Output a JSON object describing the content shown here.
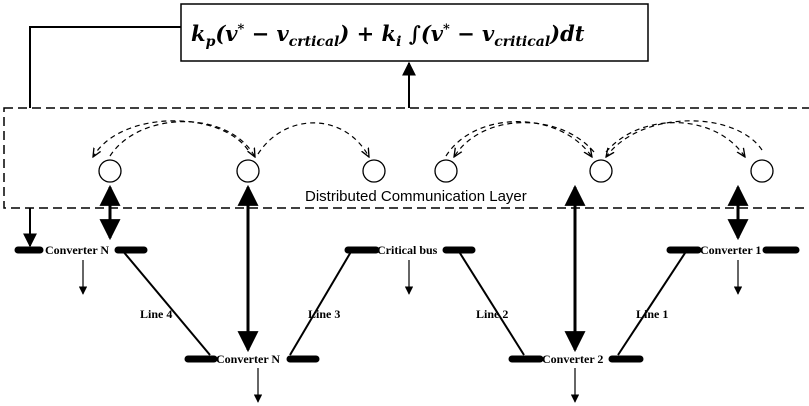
{
  "equation": {
    "kp": "k",
    "kp_sub": "p",
    "term1_open": "(v",
    "star1": "*",
    "minus1": " − v",
    "sub1": "crtical",
    "term1_close": ") + ",
    "ki": "k",
    "ki_sub": "i",
    "integral": " ∫(v",
    "star2": "*",
    "minus2": " − v",
    "sub2": "critical",
    "term2_close": ")dt"
  },
  "layer_label": "Distributed Communication Layer",
  "buses": {
    "top": [
      "Converter N",
      "Critical bus",
      "Converter 1"
    ],
    "bottom": [
      "Converter N",
      "Converter 2"
    ]
  },
  "lines": [
    "Line 4",
    "Line 3",
    "Line 2",
    "Line 1"
  ]
}
